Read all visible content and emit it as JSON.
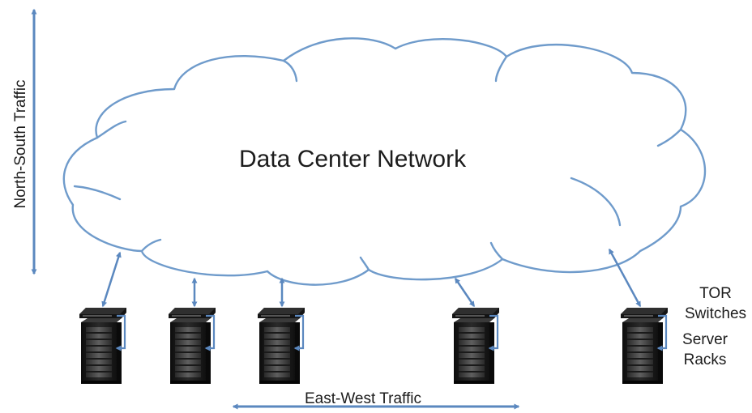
{
  "diagram": {
    "cloud_title": "Data Center Network",
    "north_south_label": "North-South Traffic",
    "east_west_label": "East-West Traffic",
    "tor_label": "TOR Switches",
    "racks_label": "Server Racks",
    "rack_count": 5
  },
  "colors": {
    "cloud_stroke": "#6f9bcb",
    "arrow": "#5b88bf",
    "text": "#1c1c1c",
    "rack_body": "#1a1a1a"
  }
}
